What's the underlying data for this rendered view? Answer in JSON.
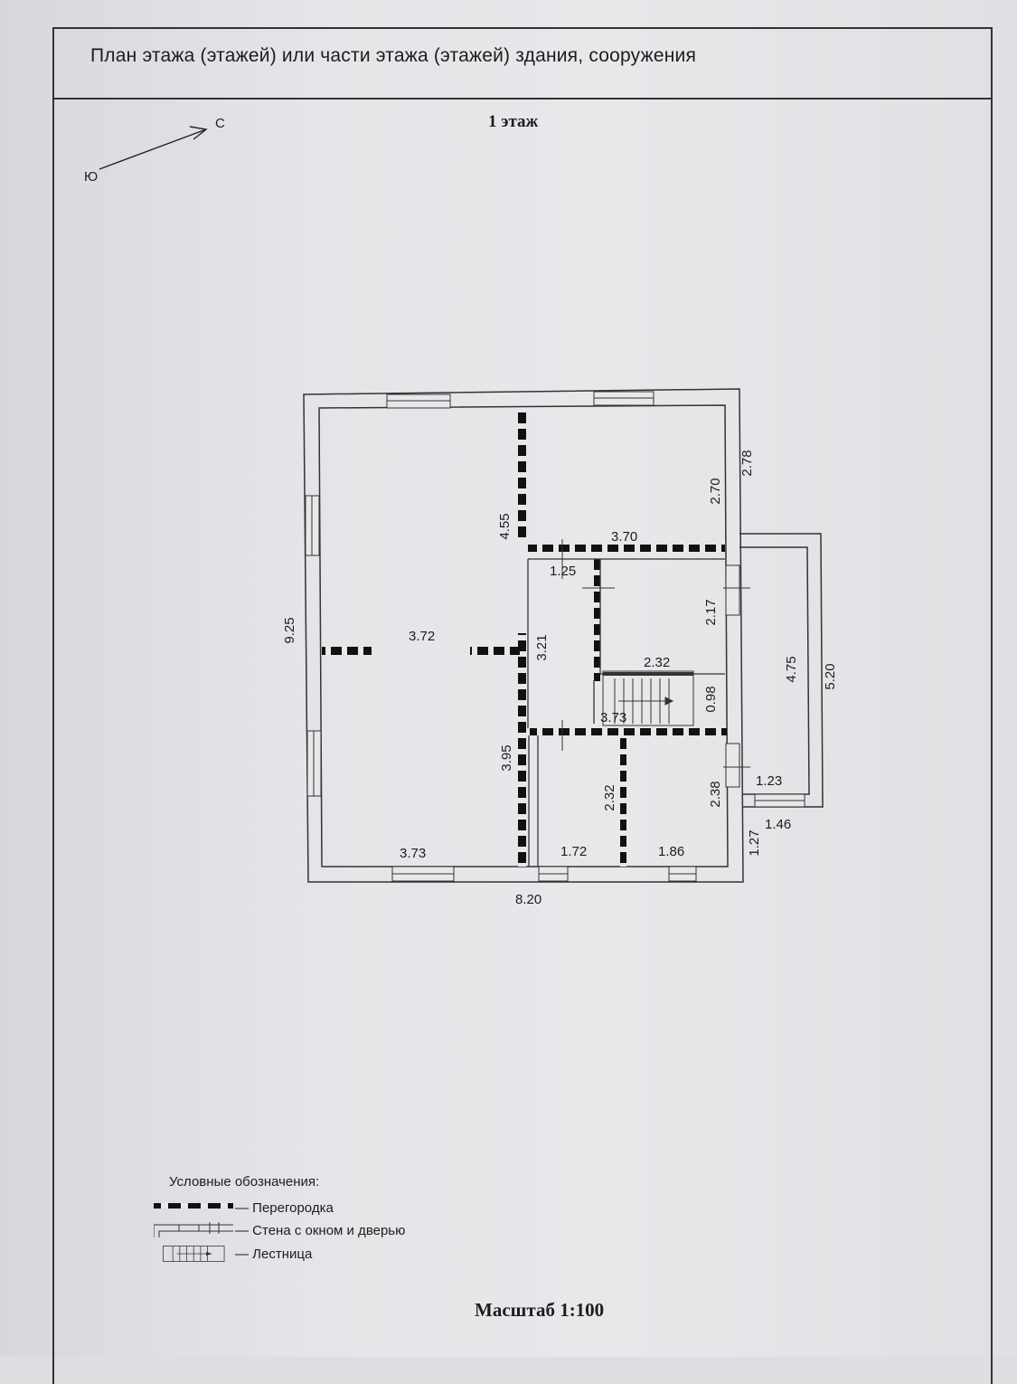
{
  "document": {
    "title": "План этажа (этажей) или части этажа (этажей) здания, сооружения",
    "floor_label": "1 этаж",
    "scale": "Масштаб 1:100"
  },
  "compass": {
    "north": "С",
    "south": "Ю"
  },
  "dimensions": {
    "top_right_room_height": "2.70",
    "top_right_outer": "2.78",
    "left_partition_upper": "4.55",
    "top_right_room_width": "3.70",
    "small_room_width": "1.25",
    "right_room_height": "2.17",
    "total_height": "9.25",
    "left_mid_partition": "3.72",
    "corridor_height": "3.21",
    "stair_room_width": "2.32",
    "stair_height": "0.98",
    "stair_width": "3.73",
    "annex_inner": "4.75",
    "annex_outer": "5.20",
    "left_partition_lower": "3.95",
    "bath_height": "2.32",
    "bottom_right_room_height": "2.38",
    "porch_inner": "1.23",
    "porch_outer": "1.46",
    "porch_depth": "1.27",
    "bottom_left_width": "3.73",
    "bath_width": "1.72",
    "bottom_right_width": "1.86",
    "total_width": "8.20"
  },
  "legend": {
    "title": "Условные обозначения:",
    "partition": "— Перегородка",
    "wall_window_door": "— Стена с окном и дверью",
    "stairs": "— Лестница"
  }
}
